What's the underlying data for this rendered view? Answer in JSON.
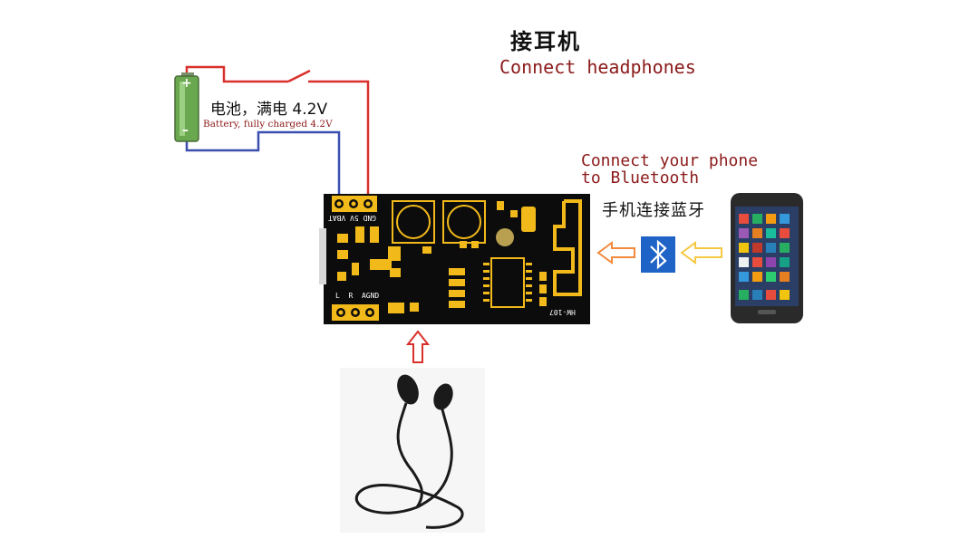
{
  "title_cn": "接耳机",
  "title_en": "Connect headphones",
  "battery": {
    "label_cn": "电池，满电 4.2V",
    "label_en": "Battery, fully charged 4.2V",
    "plus": "+",
    "minus": "–"
  },
  "phone_label_en": "Connect your phone\nto Bluetooth",
  "phone_label_cn": "手机连接蓝牙",
  "board": {
    "model": "HW-107",
    "power_pins": [
      "GND",
      "5V",
      "VBAT"
    ],
    "audio_pins": [
      "L",
      "R",
      "AGND"
    ]
  },
  "colors": {
    "wire_positive": "#d9302c",
    "wire_negative": "#3a4fb0",
    "board": "#0c0c0c",
    "pad_gold": "#f2b91a",
    "bluetooth": "#1f63c7",
    "arrow_orange": "#f28a3c",
    "arrow_yellow": "#f5c842",
    "arrow_red": "#d9302c",
    "battery_green": "#6aa84f"
  },
  "icons": [
    "battery-icon",
    "switch-icon",
    "bluetooth-icon",
    "smartphone-icon",
    "earphones-icon"
  ]
}
